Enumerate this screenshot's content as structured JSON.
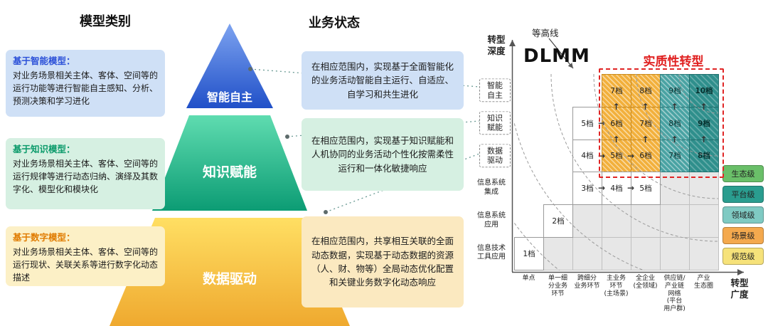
{
  "headers": {
    "model_category": "模型类别",
    "business_status": "业务状态"
  },
  "pyramid": {
    "levels": [
      {
        "label": "智能自主",
        "color": "#2f5fd0"
      },
      {
        "label": "知识赋能",
        "color": "#12a77f"
      },
      {
        "label": "数据驱动",
        "color": "#f4b41f"
      }
    ]
  },
  "model_boxes": [
    {
      "title": "基于智能模型：",
      "body": "对业务场景相关主体、客体、空间等的运行功能等进行智能自主感知、分析、预测决策和学习进化"
    },
    {
      "title": "基于知识模型：",
      "body": "对业务场景相关主体、客体、空间等的运行规律等进行动态归纳、演绎及其数字化、模型化和模块化"
    },
    {
      "title": "基于数字模型：",
      "body": "对业务场景相关主体、客体、空间等的运行现状、关联关系等进行数字化动态描述"
    }
  ],
  "status_boxes": [
    {
      "text": "在相应范围内，实现基于全面智能化的业务活动智能自主运行、自适应、自学习和共生进化"
    },
    {
      "text": "在相应范围内，实现基于知识赋能和人机协同的业务活动个性化按需柔性运行和一体化敏捷响应"
    },
    {
      "text": "在相应范围内，共享相互关联的全面动态数据，实现基于动态数据的资源（人、财、物等）全局动态优化配置和关键业务数字化动态响应"
    }
  ],
  "matrix": {
    "logo": "DLMM",
    "contour_label": "等高线",
    "highlight_label": "实质性转型",
    "depth_axis_label": "转型\n深度",
    "breadth_axis_label": "转型\n广度",
    "row_labels": [
      {
        "label": "智能\n自主",
        "dashed": true
      },
      {
        "label": "知识\n赋能",
        "dashed": true
      },
      {
        "label": "数据\n驱动",
        "dashed": true
      },
      {
        "label": "信息系统\n集成",
        "dashed": false
      },
      {
        "label": "信息系统\n应用",
        "dashed": false
      },
      {
        "label": "信息技术\n工具应用",
        "dashed": false
      }
    ],
    "col_labels": [
      "单点",
      "单一细\n分业务\n环节",
      "跨细分\n业务环节",
      "主业务\n环节\n(主场景)",
      "全企业\n(全领域)",
      "供应链/\n产业链\n网络\n(平台\n用户群)",
      "产业\n生态圈"
    ],
    "cells": [
      {
        "r": 0,
        "c": 3,
        "label": "7档",
        "tier": "scene"
      },
      {
        "r": 0,
        "c": 4,
        "label": "8档",
        "tier": "scene"
      },
      {
        "r": 0,
        "c": 5,
        "label": "9档",
        "tier": "domain"
      },
      {
        "r": 0,
        "c": 6,
        "label": "10档",
        "tier": "platform"
      },
      {
        "r": 1,
        "c": 2,
        "label": "5档",
        "tier": "plain"
      },
      {
        "r": 1,
        "c": 3,
        "label": "6档",
        "tier": "scene"
      },
      {
        "r": 1,
        "c": 4,
        "label": "7档",
        "tier": "scene"
      },
      {
        "r": 1,
        "c": 5,
        "label": "8档",
        "tier": "domain"
      },
      {
        "r": 1,
        "c": 6,
        "label": "9档",
        "tier": "platform"
      },
      {
        "r": 2,
        "c": 2,
        "label": "4档",
        "tier": "plain"
      },
      {
        "r": 2,
        "c": 3,
        "label": "5档",
        "tier": "scene"
      },
      {
        "r": 2,
        "c": 4,
        "label": "6档",
        "tier": "scene"
      },
      {
        "r": 2,
        "c": 5,
        "label": "7档",
        "tier": "domain"
      },
      {
        "r": 2,
        "c": 6,
        "label": "8档",
        "tier": "platform"
      },
      {
        "r": 3,
        "c": 2,
        "label": "3档",
        "tier": "plain"
      },
      {
        "r": 3,
        "c": 3,
        "label": "4档",
        "tier": "plain"
      },
      {
        "r": 3,
        "c": 4,
        "label": "5档",
        "tier": "plain"
      },
      {
        "r": 4,
        "c": 1,
        "label": "2档",
        "tier": "plain"
      },
      {
        "r": 5,
        "c": 0,
        "label": "1档",
        "tier": "plain"
      }
    ],
    "gray_cells": [
      [
        5,
        1
      ],
      [
        4,
        2
      ],
      [
        5,
        2
      ],
      [
        4,
        3
      ],
      [
        5,
        3
      ],
      [
        4,
        4
      ],
      [
        5,
        4
      ],
      [
        3,
        5
      ],
      [
        4,
        5
      ],
      [
        5,
        5
      ],
      [
        3,
        6
      ],
      [
        4,
        6
      ],
      [
        5,
        6
      ]
    ],
    "arrows": [
      {
        "dir": "right",
        "r": 3,
        "c": 2
      },
      {
        "dir": "right",
        "r": 3,
        "c": 3
      },
      {
        "dir": "right",
        "r": 2,
        "c": 2
      },
      {
        "dir": "right",
        "r": 2,
        "c": 3
      },
      {
        "dir": "right",
        "r": 1,
        "c": 2
      },
      {
        "dir": "up",
        "r": 2,
        "c": 3
      },
      {
        "dir": "up",
        "r": 1,
        "c": 3
      },
      {
        "dir": "up",
        "r": 2,
        "c": 4
      },
      {
        "dir": "up",
        "r": 1,
        "c": 4
      },
      {
        "dir": "up",
        "r": 2,
        "c": 5
      },
      {
        "dir": "up",
        "r": 1,
        "c": 5
      },
      {
        "dir": "up",
        "r": 2,
        "c": 6
      },
      {
        "dir": "up",
        "r": 1,
        "c": 6
      }
    ],
    "legend": [
      {
        "label": "生态级",
        "color": "#6abf69"
      },
      {
        "label": "平台级",
        "color": "#2a9d8f"
      },
      {
        "label": "领域级",
        "color": "#7fcac3"
      },
      {
        "label": "场景级",
        "color": "#f4a94e"
      },
      {
        "label": "规范级",
        "color": "#f6e27a"
      }
    ]
  },
  "palette": {
    "highlight_red": "#e02525",
    "scene_orange": "#f2b03c",
    "domain_teal": "#4aa3a3",
    "platform_teal": "#2f8f8c",
    "pyramid_blue": "#2f5fd0",
    "pyramid_green": "#12a77f",
    "pyramid_yellow": "#f4b41f"
  }
}
